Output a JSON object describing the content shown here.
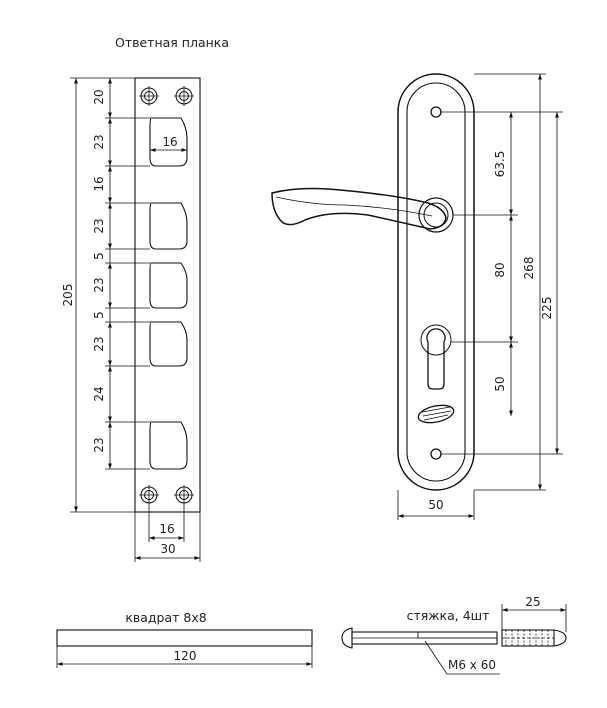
{
  "strike_plate": {
    "title": "Ответная планка",
    "dims": {
      "total_height": "205",
      "seg_20": "20",
      "seg_23a": "23",
      "seg_16v": "16",
      "seg_23b": "23",
      "seg_5a": "5",
      "seg_23c": "23",
      "seg_5b": "5",
      "seg_23d": "23",
      "seg_24": "24",
      "seg_23e": "23",
      "slot_width": "16",
      "bottom_16": "16",
      "width": "30"
    }
  },
  "handle_plate": {
    "dims": {
      "d_63_5": "63.5",
      "d_80": "80",
      "d_50v": "50",
      "d_268": "268",
      "d_225": "225",
      "width_50": "50"
    }
  },
  "square_bar": {
    "title": "квадрат 8х8",
    "length": "120"
  },
  "tie_bolt": {
    "title": "стяжка, 4шт",
    "length": "25",
    "thread": "М6 х 60"
  }
}
